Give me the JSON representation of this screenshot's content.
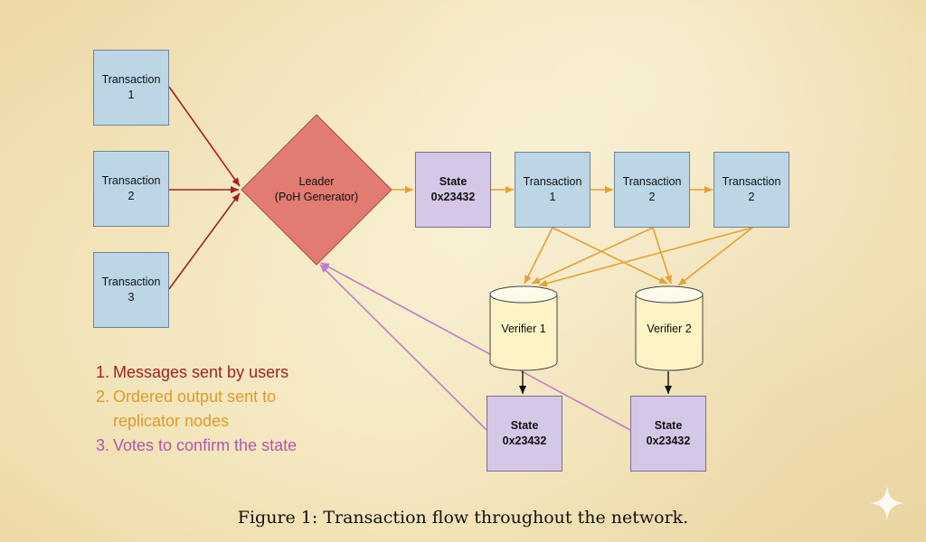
{
  "diagram": {
    "inputs": [
      {
        "label": "Transaction\n1"
      },
      {
        "label": "Transaction\n2"
      },
      {
        "label": "Transaction\n3"
      }
    ],
    "leader": {
      "label": "Leader\n(PoH Generator)",
      "color": "#e27b70"
    },
    "chain": [
      {
        "label": "State\n0x23432",
        "kind": "state"
      },
      {
        "label": "Transaction\n1",
        "kind": "tx"
      },
      {
        "label": "Transaction\n2",
        "kind": "tx"
      },
      {
        "label": "Transaction\n2",
        "kind": "tx"
      }
    ],
    "verifiers": [
      {
        "label": "Verifier 1",
        "state": "State\n0x23432"
      },
      {
        "label": "Verifier 2",
        "state": "State\n0x23432"
      }
    ]
  },
  "legend": [
    {
      "num": "1.",
      "text": "Messages sent by users",
      "color": "#a32020"
    },
    {
      "num": "2.",
      "text": "Ordered output sent to\nreplicator nodes",
      "color": "#e19a2a"
    },
    {
      "num": "3.",
      "text": "Votes to confirm the state",
      "color": "#b455b0"
    }
  ],
  "caption": "Figure 1: Transaction flow throughout the network.",
  "colors": {
    "tx_fill": "#bcd6e6",
    "state_fill": "#d5c7e6",
    "user_arrow": "#a32020",
    "ordered_arrow": "#e8a030",
    "vote_arrow": "#c27cc8",
    "cylinder_fill": "#fdf3c4"
  },
  "icons": {
    "corner": "sparkle-icon"
  }
}
